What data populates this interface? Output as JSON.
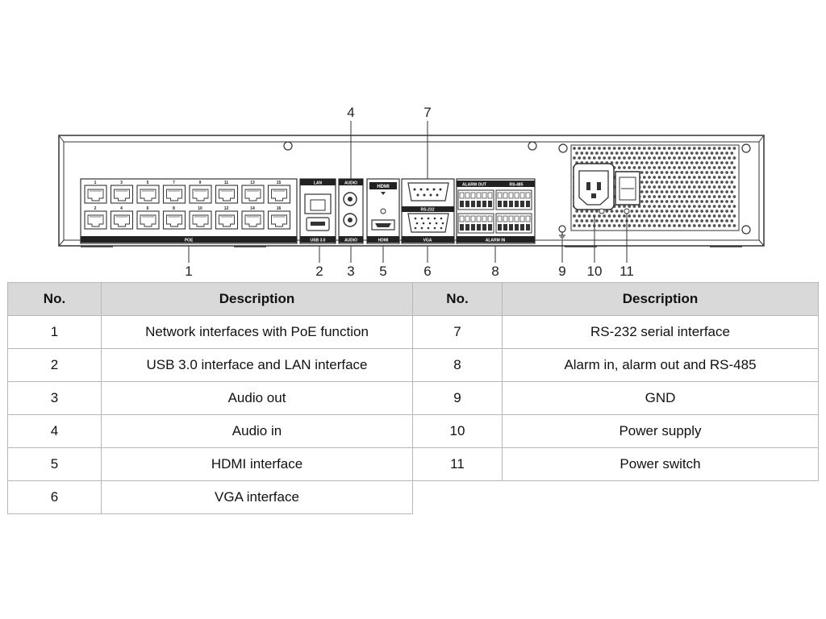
{
  "callouts": [
    "1",
    "2",
    "3",
    "4",
    "5",
    "6",
    "7",
    "8",
    "9",
    "10",
    "11"
  ],
  "panel_labels": {
    "poe": "POE",
    "lan": "LAN",
    "usb": "USB 3.0",
    "audio_top": "AUDIO",
    "audio_bottom": "AUDIO",
    "hdmi_logo": "HDMI",
    "hdmi_bottom": "HDMI",
    "rs232": "RS-232",
    "vga": "VGA",
    "alarm_out": "ALARM OUT",
    "rs485": "RS-485",
    "alarm_in": "ALARM IN",
    "port_numbers": [
      "1",
      "2",
      "3",
      "4",
      "5",
      "6",
      "7",
      "8",
      "9",
      "10",
      "11",
      "12",
      "13",
      "14",
      "15",
      "16"
    ]
  },
  "table": {
    "headers": [
      "No.",
      "Description",
      "No.",
      "Description"
    ],
    "left_rows": [
      {
        "no": "1",
        "desc": "Network interfaces with PoE function"
      },
      {
        "no": "2",
        "desc": "USB 3.0 interface and LAN interface"
      },
      {
        "no": "3",
        "desc": "Audio out"
      },
      {
        "no": "4",
        "desc": "Audio in"
      },
      {
        "no": "5",
        "desc": "HDMI interface"
      },
      {
        "no": "6",
        "desc": "VGA interface"
      }
    ],
    "right_rows": [
      {
        "no": "7",
        "desc": "RS-232 serial interface"
      },
      {
        "no": "8",
        "desc": "Alarm in, alarm out and RS-485"
      },
      {
        "no": "9",
        "desc": "GND"
      },
      {
        "no": "10",
        "desc": "Power supply"
      },
      {
        "no": "11",
        "desc": "Power switch"
      }
    ]
  },
  "colors": {
    "header_bg": "#d9d9d9",
    "border": "#b7b7b7",
    "line": "#333333"
  }
}
